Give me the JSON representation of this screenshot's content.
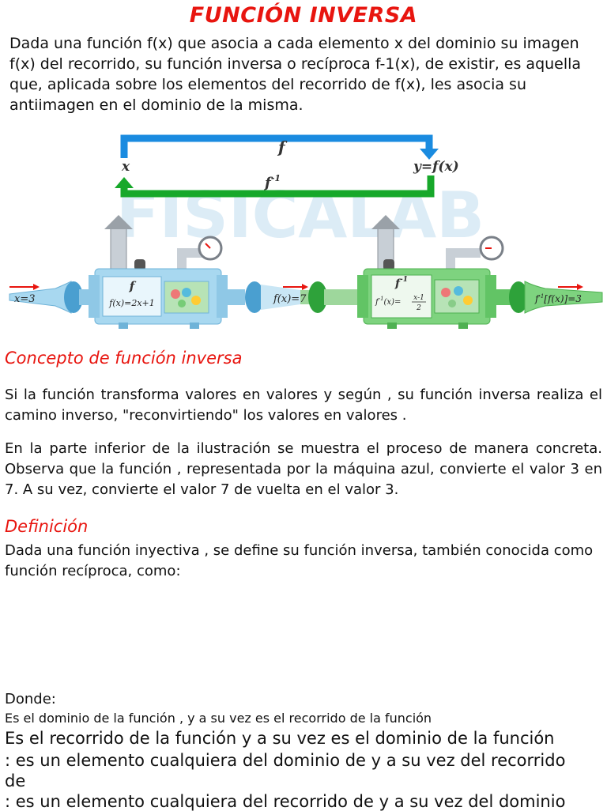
{
  "title": "FUNCIÓN INVERSA",
  "intro": "Dada una función f(x) que asocia a cada elemento x del dominio su imagen f(x) del recorrido, su función inversa o recíproca f-1(x), de existir, es aquella que, aplicada sobre los elementos del recorrido de f(x), les asocia su antiimagen en el dominio de la misma.",
  "figure": {
    "top_arrow_label": "f",
    "bottom_arrow_label": "f",
    "bottom_arrow_exp": "-1",
    "left_label": "x",
    "right_label": "y=f(x)",
    "watermark": "FISICALAB",
    "input_label": "x=3",
    "machine1": {
      "name": "f",
      "formula": "f(x)=2x+1"
    },
    "middle_label": "f(x)=7",
    "machine2": {
      "name": "f",
      "name_exp": "-1",
      "formula_left": "f",
      "formula_left_exp": "-1",
      "formula_mid": "(x)=",
      "frac_num": "x-1",
      "frac_den": "2"
    },
    "output_label_pre": "f",
    "output_label_exp": "-1",
    "output_label_post": "[f(x)]=3",
    "colors": {
      "blue": "#1a8be0",
      "green": "#17a82a",
      "machine_blue": "#a8d8f0",
      "machine_green": "#7ed37f",
      "red": "#e8150f"
    }
  },
  "concept": {
    "heading": "Concepto de función inversa",
    "p1": "Si la función transforma valores  en valores y según , su función inversa  realiza el camino inverso, \"reconvirtiendo\" los valores  en valores .",
    "p2": "En la parte inferior de la ilustración se muestra el proceso de manera concreta. Observa que la función , representada por la máquina azul, convierte el valor 3 en 7. A su vez, convierte el valor 7 de vuelta en el valor 3."
  },
  "definition": {
    "heading": "Definición",
    "text": "Dada una función inyectiva , se define su función inversa, también conocida como función recíproca, como:"
  },
  "donde": {
    "label": "Donde:",
    "line1": "Es el dominio de la función , y a su vez es el recorrido de la función",
    "line2": "Es el recorrido de la función y a su vez es el dominio de la función",
    "line3": ": es un elemento cualquiera del dominio de y a su vez del recorrido",
    "line4": "de",
    "line5": ": es un elemento cualquiera del recorrido de y a su vez del dominio"
  }
}
